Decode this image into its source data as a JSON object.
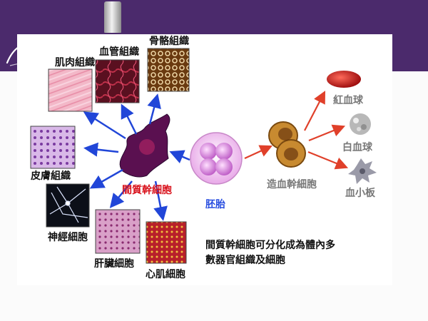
{
  "stem_cell_label": "間質幹細胞",
  "tissues": {
    "muscle": "肌肉組織",
    "blood_vessel": "血管組織",
    "bone": "骨骼組織",
    "skin": "皮膚組織",
    "nerve": "神經細胞",
    "liver": "肝臟細胞",
    "heart": "心肌細胞"
  },
  "embryo_label": "胚胎",
  "hematopoietic_label": "造血幹細胞",
  "blood_cells": {
    "red": "紅血球",
    "white": "白血球",
    "platelet": "血小板"
  },
  "caption_line1": "間質幹細胞可分化成為體內多",
  "caption_line2": "數器官組織及細胞",
  "colors": {
    "banner": "#4b2a6c",
    "arrow_blue": "#2146d8",
    "arrow_red": "#e0402a",
    "label_red": "#d8101a",
    "label_blue": "#2a4fe0"
  }
}
